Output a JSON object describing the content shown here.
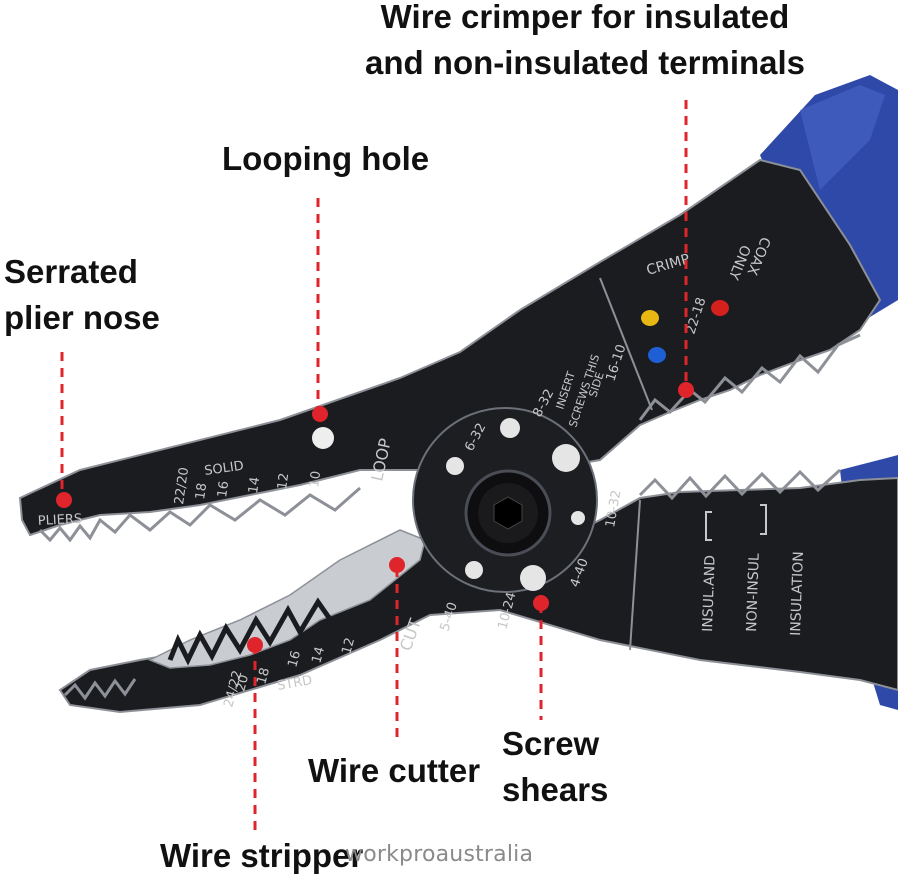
{
  "colors": {
    "handle": "#2e49a8",
    "metal": "#1b1c20",
    "edge": "#8d9097",
    "blade": "#c9ccd1",
    "leader": "#e0242b",
    "yellow_marker": "#e8b711",
    "blue_marker": "#1f5fd6",
    "red_marker": "#d5211d",
    "engraving": "#c7c7c7"
  },
  "callouts": {
    "crimper": {
      "line1": "Wire crimper for insulated",
      "line2": "and non-insulated terminals"
    },
    "loop": {
      "label": "Looping hole"
    },
    "nose": {
      "line1": "Serrated",
      "line2": "plier nose"
    },
    "cutter": {
      "label": "Wire cutter"
    },
    "shears": {
      "line1": "Screw",
      "line2": "shears"
    },
    "stripper": {
      "label": "Wire stripper"
    }
  },
  "engravings": {
    "pliers": "PLIERS",
    "solid": "SOLID",
    "solid_gauges": [
      "22/20",
      "18",
      "16",
      "14",
      "12",
      "10"
    ],
    "loop": "LOOP",
    "strd": "STRD",
    "strd_gauges": [
      "24/22",
      "20",
      "18",
      "16",
      "14",
      "12"
    ],
    "cut": "CUT",
    "screw_sizes": [
      "6-32",
      "8-32",
      "10-32",
      "4-40",
      "10-24",
      "5-40"
    ],
    "insert_lines": [
      "INSERT",
      "SCREWS THIS",
      "SIDE"
    ],
    "crimp": "CRIMP",
    "gauge_1610": "16-10",
    "gauge_2218": "22-18",
    "coax_lines": [
      "ONLY",
      "COAX"
    ],
    "insul_lines": [
      "INSUL.AND",
      "NON-INSUL",
      "INSULATION"
    ]
  },
  "icons": {
    "pivot": "hex-socket-bolt-icon"
  },
  "watermark": "workproaustralia"
}
